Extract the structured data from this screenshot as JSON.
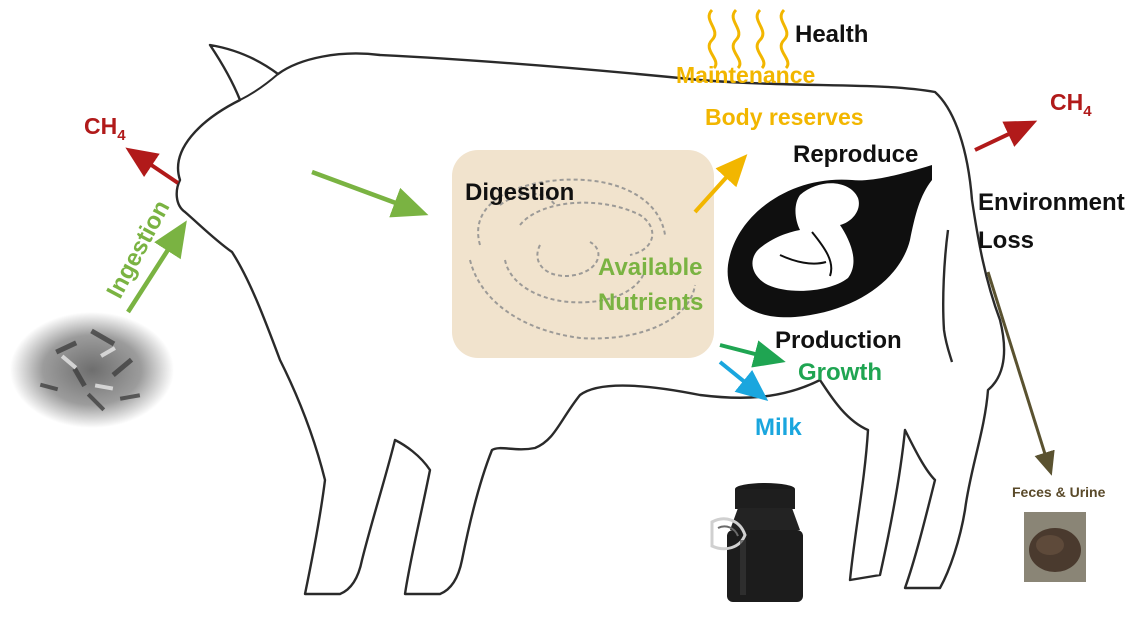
{
  "labels": {
    "ch4_left": "CH",
    "ch4_left_sub": "4",
    "ch4_right": "CH",
    "ch4_right_sub": "4",
    "ingestion": "Ingestion",
    "digestion": "Digestion",
    "available": "Available",
    "nutrients": "Nutrients",
    "health": "Health",
    "maintenance": "Maintenance",
    "body_reserves": "Body reserves",
    "reproduce": "Reproduce",
    "environment": "Environment",
    "loss": "Loss",
    "production": "Production",
    "growth": "Growth",
    "milk": "Milk",
    "feces_urine": "Feces & Urine"
  },
  "colors": {
    "methane": "#b11a1a",
    "ingestion": "#7ab342",
    "maintenance": "#f2b600",
    "growth": "#1fa552",
    "milk": "#1aa6de",
    "loss": "#5a5230",
    "digestion_box": "#f1e3cd"
  },
  "icons": [
    "heat-waves-icon",
    "feed-pile-icon",
    "calf-in-uterus-icon",
    "milk-can-icon",
    "manure-icon",
    "digestive-tract-icon"
  ]
}
